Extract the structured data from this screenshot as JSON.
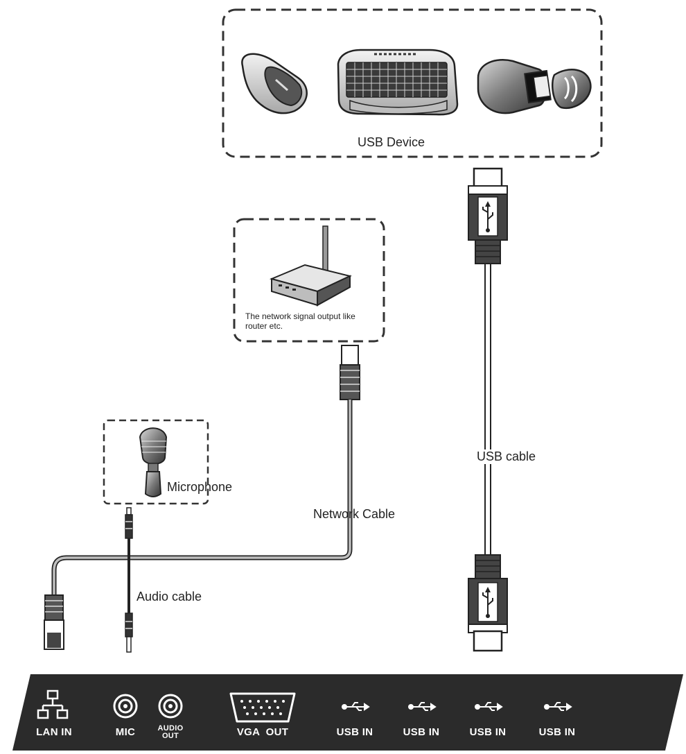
{
  "usb_device_box": {
    "label": "USB Device"
  },
  "router_box": {
    "caption": "The network signal output like router etc."
  },
  "microphone_box": {
    "label": "Microphone"
  },
  "cables": {
    "network": "Network Cable",
    "usb": "USB cable",
    "audio": "Audio cable"
  },
  "ports": {
    "lan_in": "LAN IN",
    "mic": "MIC",
    "audio_out_line1": "AUDIO",
    "audio_out_line2": "OUT",
    "vga_out": "VGA  OUT",
    "usb_in_1": "USB IN",
    "usb_in_2": "USB IN",
    "usb_in_3": "USB IN",
    "usb_in_4": "USB IN"
  },
  "icons": {
    "usb_device_icons": [
      "mouse-icon",
      "keyboard-icon",
      "usb-flash-drive-icon"
    ],
    "network_icon": "router-icon",
    "audio_icon": "microphone-icon",
    "port_icons": [
      "lan-icon",
      "mic-jack-icon",
      "audio-out-jack-icon",
      "vga-port-icon",
      "usb-icon"
    ]
  },
  "colors": {
    "panel": "#2b2b2b",
    "line": "#333333",
    "cable": "#888888"
  }
}
